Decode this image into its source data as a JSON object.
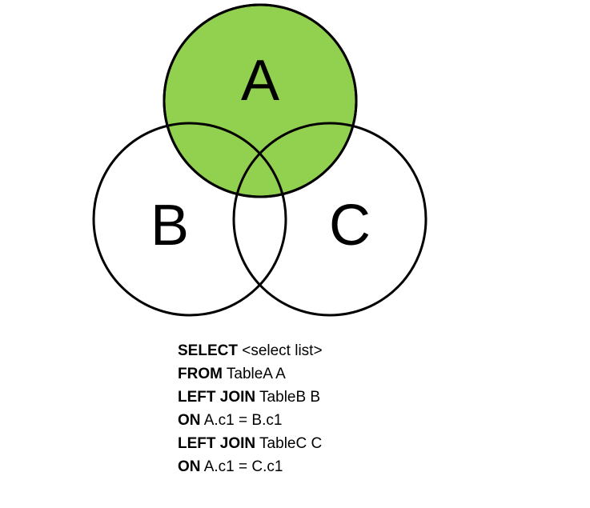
{
  "diagram": {
    "sets": [
      {
        "id": "A",
        "label": "A",
        "highlighted": true
      },
      {
        "id": "B",
        "label": "B",
        "highlighted": false
      },
      {
        "id": "C",
        "label": "C",
        "highlighted": false
      }
    ],
    "highlight_color": "#92d050",
    "outline_color": "#000000"
  },
  "sql": {
    "lines": [
      {
        "keyword": "SELECT",
        "rest": " <select list>"
      },
      {
        "keyword": "FROM",
        "rest": " TableA A"
      },
      {
        "keyword": "LEFT JOIN",
        "rest": " TableB B"
      },
      {
        "keyword": "ON",
        "rest": " A.c1 = B.c1"
      },
      {
        "keyword": "LEFT JOIN",
        "rest": " TableC C"
      },
      {
        "keyword": "ON",
        "rest": " A.c1 = C.c1"
      }
    ]
  }
}
